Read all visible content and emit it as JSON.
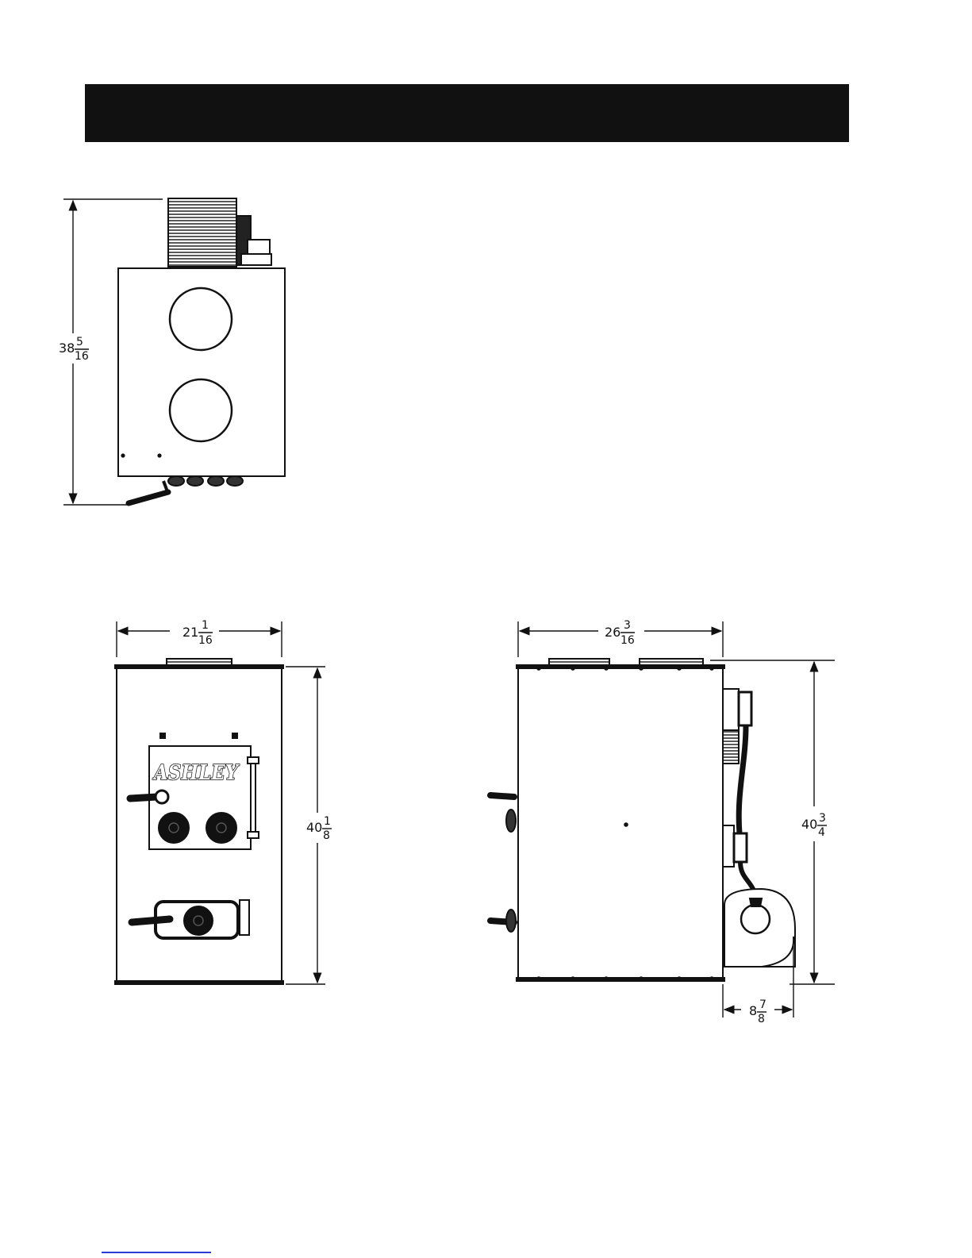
{
  "header": {
    "text": ""
  },
  "logo": {
    "text": "ASHLEY"
  },
  "dimensions": {
    "top_view_height": {
      "whole": "38",
      "num": "5",
      "den": "16"
    },
    "front_width": {
      "whole": "21",
      "num": "1",
      "den": "16"
    },
    "front_height": {
      "whole": "40",
      "num": "1",
      "den": "8"
    },
    "side_width": {
      "whole": "26",
      "num": "3",
      "den": "16"
    },
    "side_height": {
      "whole": "40",
      "num": "3",
      "den": "4"
    },
    "blower_depth": {
      "whole": "8",
      "num": "7",
      "den": "8"
    }
  },
  "colors": {
    "ink": "#111111",
    "paper": "#ffffff",
    "link": "#2a3bd6"
  }
}
